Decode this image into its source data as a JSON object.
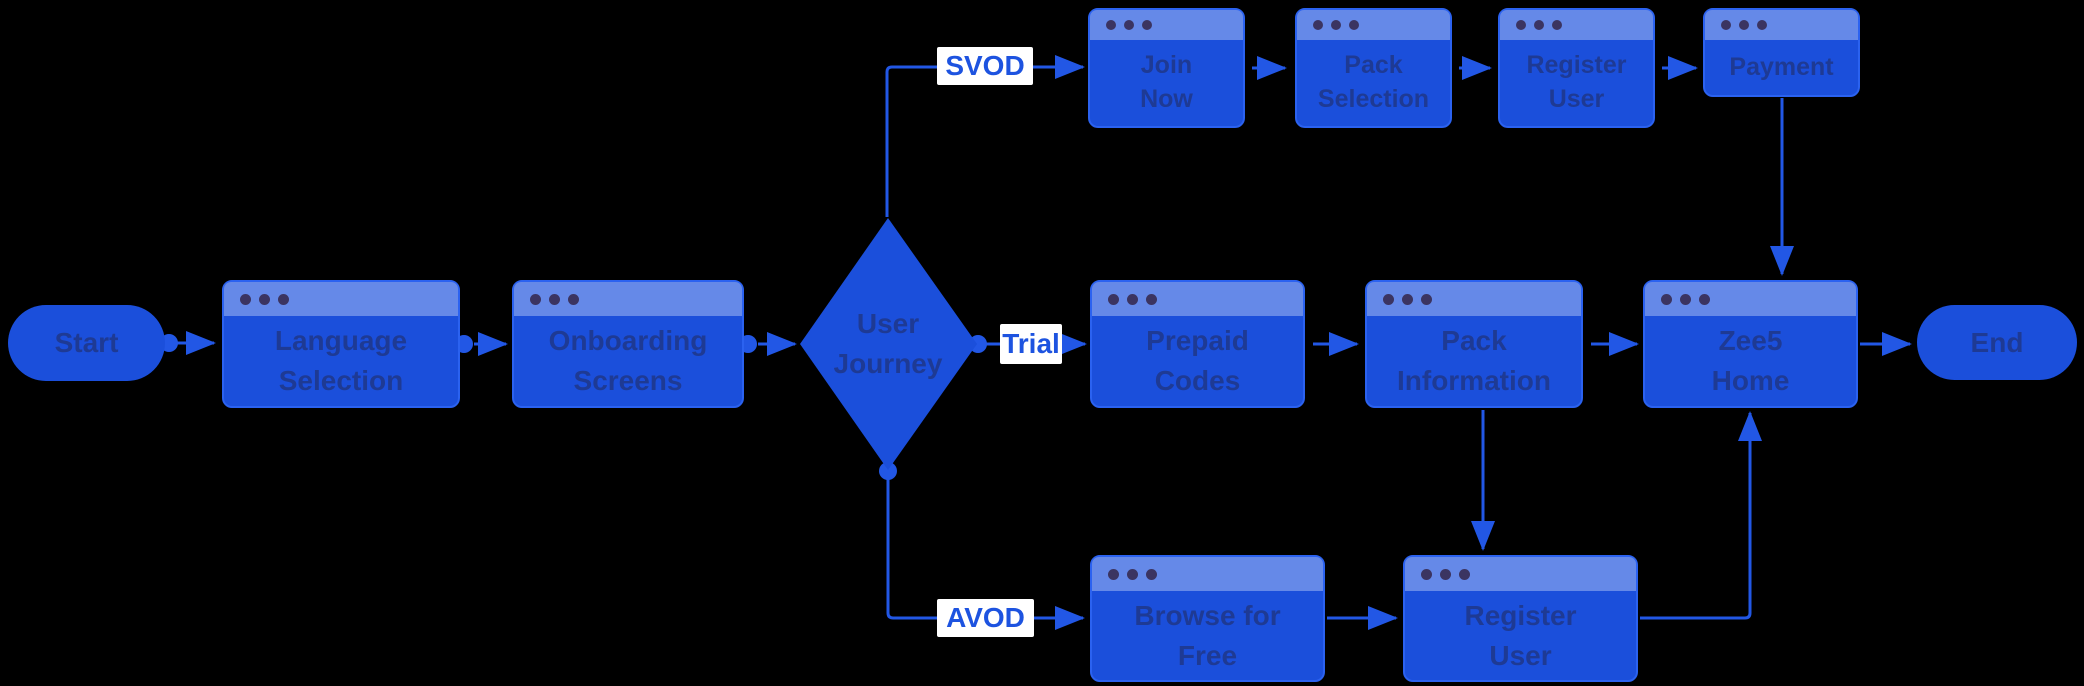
{
  "diagram": {
    "title": "Zee5 user journey flowchart",
    "colors": {
      "background": "#000000",
      "node_fill": "#1b4fdb",
      "node_header": "#6589e8",
      "node_border": "#2b62f0",
      "node_text": "#1e3a94",
      "window_dots": "#3b3461",
      "connector": "#2257e5",
      "edge_label_text": "#1d53e0",
      "edge_label_background": "#ffffff"
    },
    "nodes": {
      "start": {
        "label": "Start",
        "type": "terminator"
      },
      "language_selection": {
        "label": "Language Selection",
        "type": "screen"
      },
      "onboarding_screens": {
        "label": "Onboarding Screens",
        "type": "screen"
      },
      "user_journey": {
        "label": "User Journey",
        "type": "decision"
      },
      "join_now": {
        "label": "Join Now",
        "type": "screen"
      },
      "pack_selection": {
        "label": "Pack Selection",
        "type": "screen"
      },
      "register_user_svod": {
        "label": "Register User",
        "type": "screen"
      },
      "payment": {
        "label": "Payment",
        "type": "screen"
      },
      "prepaid_codes": {
        "label": "Prepaid Codes",
        "type": "screen"
      },
      "pack_information": {
        "label": "Pack Information",
        "type": "screen"
      },
      "zee5_home": {
        "label": "Zee5 Home",
        "type": "screen"
      },
      "browse_for_free": {
        "label": "Browse for Free",
        "type": "screen"
      },
      "register_user_avod": {
        "label": "Register User",
        "type": "screen"
      },
      "end": {
        "label": "End",
        "type": "terminator"
      }
    },
    "edge_labels": {
      "svod": "SVOD",
      "trial": "Trial",
      "avod": "AVOD"
    }
  }
}
